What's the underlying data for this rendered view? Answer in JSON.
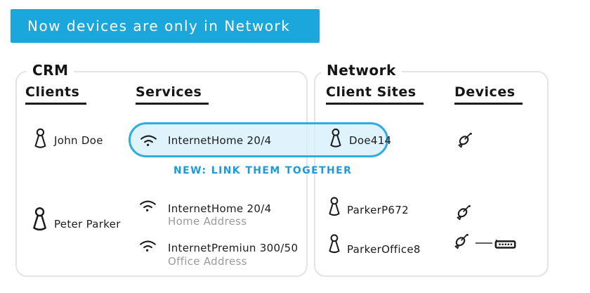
{
  "banner": {
    "text": "Now devices are only in Network"
  },
  "colors": {
    "banner_bg": "#1BA6DC",
    "banner_text": "#FFFFFF",
    "highlight_border": "#2FACE2",
    "highlight_fill": "#D5EFFA",
    "link_note_text": "#1B9CD9",
    "panel_border": "#E4E4E4",
    "ink": "#1B1B1B",
    "muted_text": "#9B9B9B"
  },
  "crm": {
    "title": "CRM",
    "columns": {
      "clients": "Clients",
      "services": "Services"
    },
    "rows": [
      {
        "client": "John Doe",
        "services": [
          {
            "name": "InternetHome 20/4",
            "highlighted": true
          }
        ]
      },
      {
        "client": "Peter Parker",
        "services": [
          {
            "name": "InternetHome 20/4",
            "address": "Home Address"
          },
          {
            "name": "InternetPremiun 300/50",
            "address": "Office Address"
          }
        ]
      }
    ]
  },
  "network": {
    "title": "Network",
    "columns": {
      "client_sites": "Client Sites",
      "devices": "Devices"
    },
    "sites": [
      {
        "name": "Doe414",
        "highlighted": true,
        "devices": [
          "satellite-dish"
        ]
      },
      {
        "name": "ParkerP672",
        "devices": [
          "satellite-dish"
        ]
      },
      {
        "name": "ParkerOffice8",
        "devices": [
          "satellite-dish",
          "switch"
        ]
      }
    ]
  },
  "link_note": {
    "text": "NEW: LINK THEM TOGETHER"
  }
}
